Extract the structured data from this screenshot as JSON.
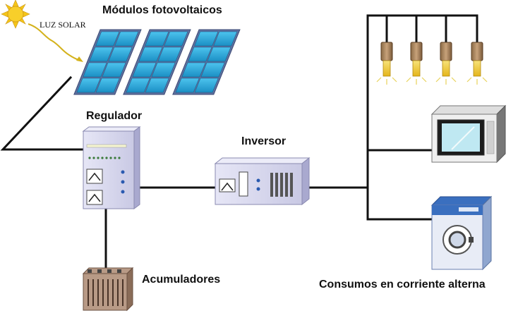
{
  "labels": {
    "sunlight": "LUZ SOLAR",
    "pv_modules": "Módulos fotovoltaicos",
    "regulator": "Regulador",
    "inverter": "Inversor",
    "batteries": "Acumuladores",
    "loads": "Consumos en corriente alterna"
  },
  "icons": {
    "sun": "sun-icon",
    "pv_panels": "solar-panel-icon",
    "regulator": "charge-regulator-icon",
    "inverter": "inverter-icon",
    "battery": "battery-icon",
    "lamps": "lamp-icon",
    "microwave": "microwave-icon",
    "washer": "washing-machine-icon"
  },
  "colors": {
    "sun": "#f5c518",
    "panel_frame": "#6c7fb0",
    "panel_cell": "#2aa6d8",
    "device_body": "#d8d8ee",
    "wire": "#111111",
    "sunray": "#d4b21c"
  }
}
